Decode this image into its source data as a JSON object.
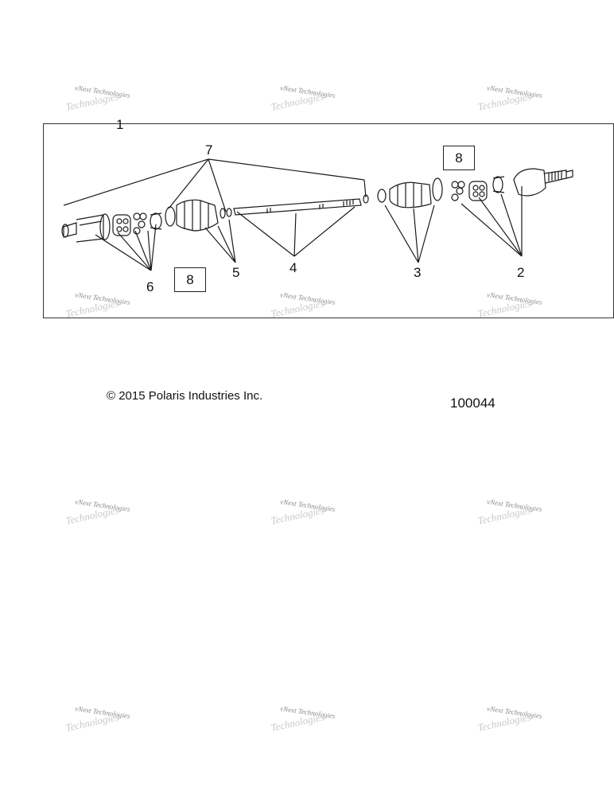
{
  "callouts": {
    "c1": "1",
    "c2": "2",
    "c3": "3",
    "c4": "4",
    "c5": "5",
    "c6": "6",
    "c7": "7"
  },
  "ref_boxes": {
    "top": "8",
    "bottom": "8"
  },
  "copyright": "© 2015 Polaris Industries Inc.",
  "drawing_id": "100044",
  "watermark": {
    "line1": "vNext Technologies",
    "line2": "Technologies"
  }
}
